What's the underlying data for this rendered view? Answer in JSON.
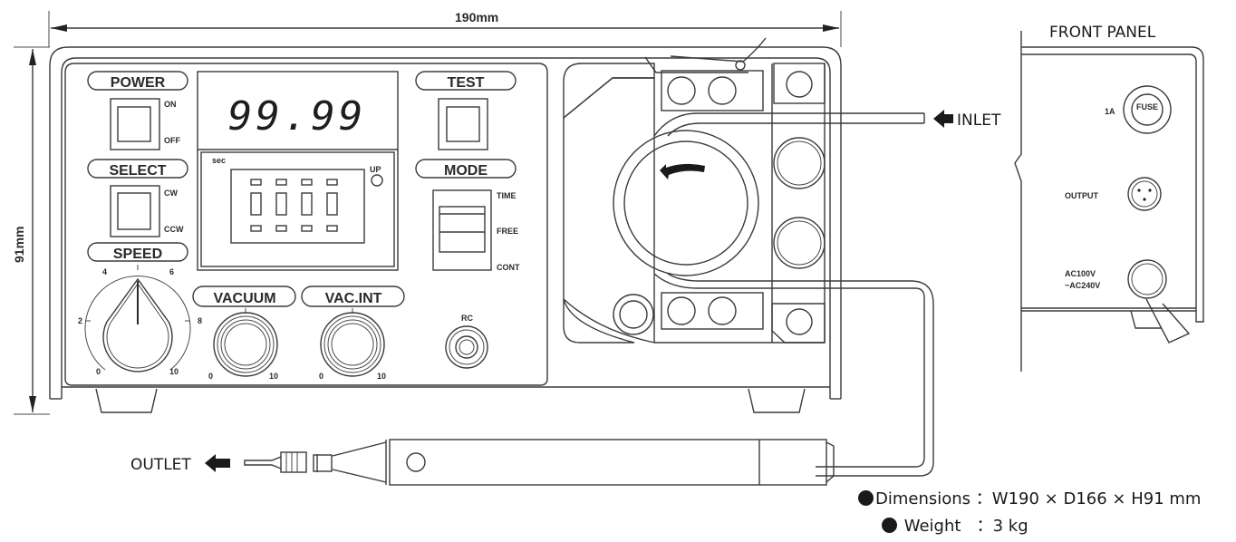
{
  "dimensions": {
    "width_label": "190mm",
    "height_label": "91mm"
  },
  "display": {
    "readout": "99.99",
    "sec_label": "sec",
    "up_label": "UP"
  },
  "controls": {
    "power": {
      "label": "POWER",
      "on": "ON",
      "off": "OFF"
    },
    "select": {
      "label": "SELECT",
      "cw": "CW",
      "ccw": "CCW"
    },
    "speed": {
      "label": "SPEED",
      "ticks": [
        "0",
        "2",
        "4",
        "6",
        "8",
        "10"
      ]
    },
    "vacuum": {
      "label": "VACUUM",
      "min": "0",
      "max": "10"
    },
    "vac_int": {
      "label": "VAC.INT",
      "min": "0",
      "max": "10"
    },
    "test": {
      "label": "TEST"
    },
    "mode": {
      "label": "MODE",
      "options": [
        "TIME",
        "FREE",
        "CONT"
      ]
    },
    "rc": {
      "label": "RC"
    }
  },
  "callouts": {
    "inlet": "INLET",
    "outlet": "OUTLET"
  },
  "front_panel": {
    "title": "FRONT PANEL",
    "fuse_label": "1A",
    "fuse_text": "FUSE",
    "output_label": "OUTPUT",
    "ac_line1": "AC100V",
    "ac_line2": "~AC240V"
  },
  "specs": [
    {
      "name": "Dimensions",
      "sep": "：",
      "value": "W190 × D166 × H91 mm"
    },
    {
      "name": "Weight",
      "sep": "：",
      "value": "3 kg"
    }
  ]
}
